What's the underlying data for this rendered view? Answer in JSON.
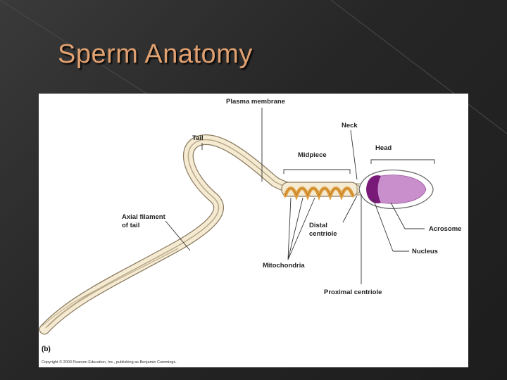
{
  "slide": {
    "title": "Sperm Anatomy"
  },
  "figure": {
    "panel_label": "(b)",
    "labels": {
      "plasma_membrane": "Plasma membrane",
      "neck": "Neck",
      "tail": "Tail",
      "midpiece": "Midpiece",
      "head": "Head",
      "axial_filament_line1": "Axial filament",
      "axial_filament_line2": "of tail",
      "distal_centriole_line1": "Distal",
      "distal_centriole_line2": "centriole",
      "acrosome": "Acrosome",
      "nucleus": "Nucleus",
      "mitochondria": "Mitochondria",
      "proximal_centriole": "Proximal centriole"
    },
    "copyright": "Copyright © 2003 Pearson Education, Inc., publishing as Benjamin Cummings."
  },
  "colors": {
    "title": "#e0a070",
    "nucleus": "#7a1a78",
    "acrosome": "#c98fcc",
    "mitochondria": "#e0a040",
    "tail_fill": "#f5ead2"
  }
}
